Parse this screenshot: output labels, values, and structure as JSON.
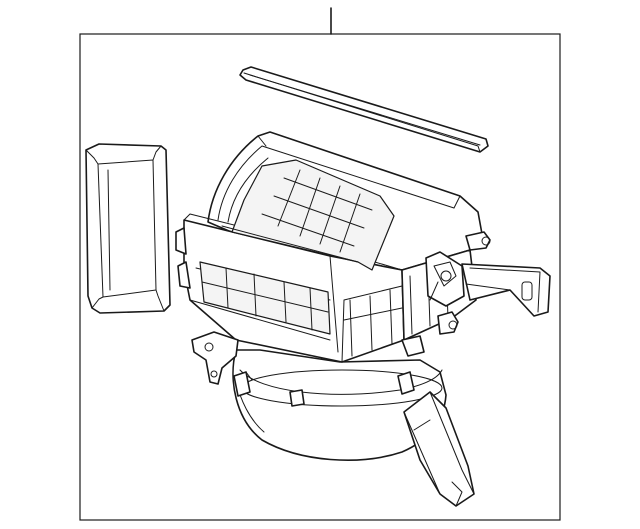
{
  "diagram": {
    "style": "technical line-art exploded parts illustration",
    "background_color": "#ffffff",
    "line_color": "#1a1a1a",
    "parts": [
      {
        "id": "leader-line",
        "icon": "callout-leader-icon"
      },
      {
        "id": "frame",
        "icon": "border-frame-icon"
      },
      {
        "id": "top-seal-gasket",
        "icon": "gasket-strip-icon"
      },
      {
        "id": "side-seal-gasket",
        "icon": "gasket-frame-icon"
      },
      {
        "id": "blower-housing",
        "icon": "housing-icon"
      },
      {
        "id": "intake-door-grille",
        "icon": "grille-icon"
      },
      {
        "id": "blower-motor-scroll",
        "icon": "motor-scroll-icon"
      },
      {
        "id": "outlet-duct",
        "icon": "duct-icon"
      },
      {
        "id": "mounting-bracket",
        "icon": "bracket-icon"
      },
      {
        "id": "actuator-arm",
        "icon": "actuator-icon"
      }
    ]
  }
}
